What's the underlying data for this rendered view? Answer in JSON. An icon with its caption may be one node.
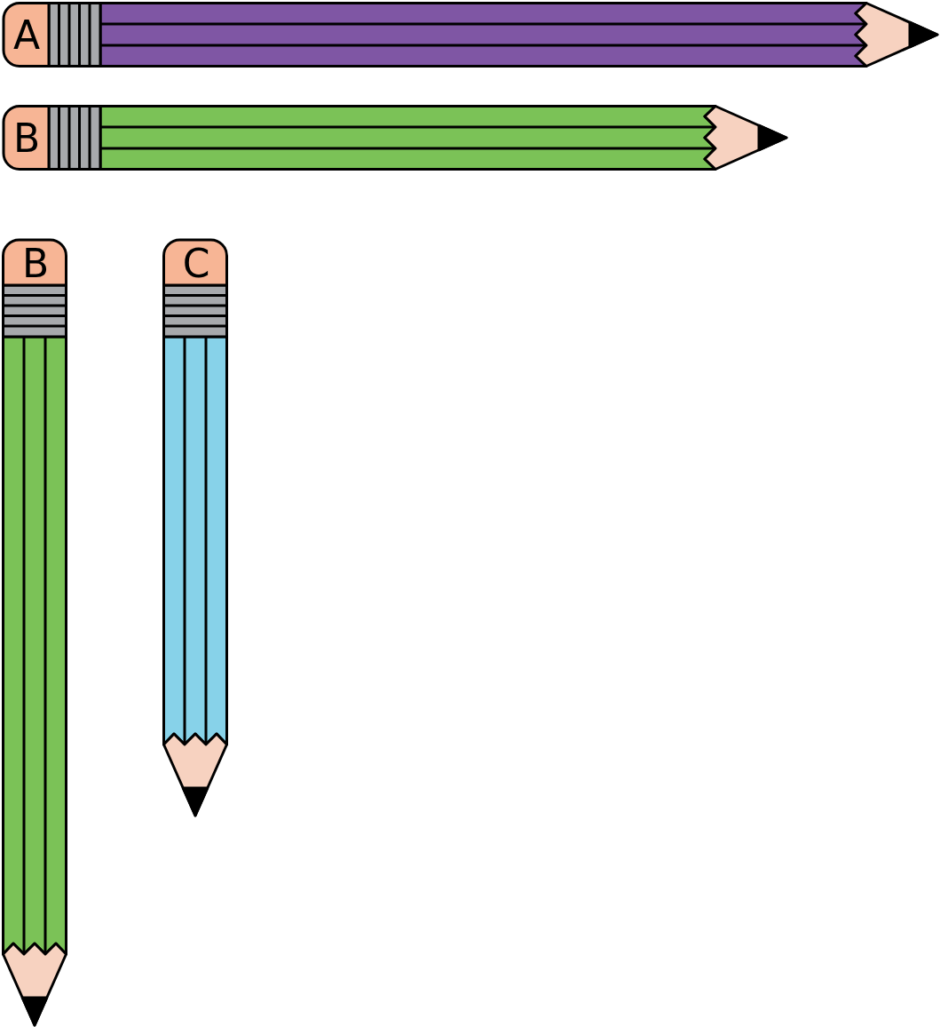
{
  "diagram": {
    "nodes": [
      {
        "text": [
          "A"
        ]
      },
      {
        "text": [
          "B"
        ]
      },
      {
        "text": [
          "B"
        ]
      },
      {
        "text": [
          "C"
        ]
      }
    ]
  }
}
